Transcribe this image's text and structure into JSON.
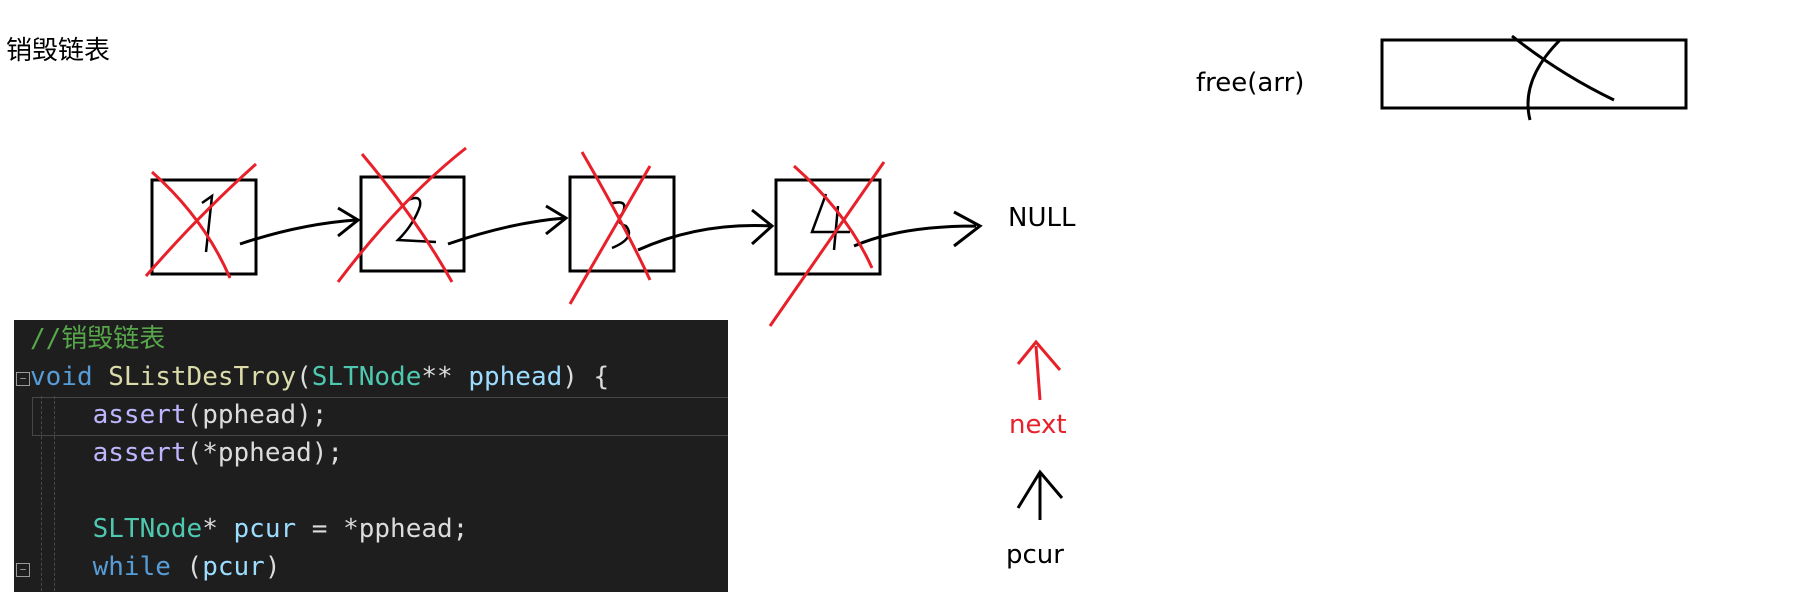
{
  "title": "销毁链表",
  "nodes": [
    "1",
    "2",
    "3",
    "4"
  ],
  "null_label": "NULL",
  "free_label": "free(arr)",
  "next_label": "next",
  "pcur_label": "pcur",
  "colors": {
    "cross": "#e8202a",
    "ink": "#000000",
    "next": "#e8202a",
    "code_bg": "#1e1e1e",
    "comment": "#57a64a",
    "keyword": "#569cd6",
    "type": "#4ec9b0",
    "function": "#dcdcaa",
    "macro": "#beb7ff",
    "param": "#9cdcfe",
    "text": "#dcdcdc"
  },
  "code": {
    "lines": [
      [
        {
          "t": "//销毁链表",
          "c": "comment"
        }
      ],
      [
        {
          "t": "void",
          "c": "keyword"
        },
        {
          "t": " ",
          "c": "text"
        },
        {
          "t": "SListDesTroy",
          "c": "function"
        },
        {
          "t": "(",
          "c": "text"
        },
        {
          "t": "SLTNode",
          "c": "type"
        },
        {
          "t": "** ",
          "c": "text"
        },
        {
          "t": "pphead",
          "c": "param"
        },
        {
          "t": ") {",
          "c": "text"
        }
      ],
      [
        {
          "t": "    ",
          "c": "text"
        },
        {
          "t": "assert",
          "c": "macro"
        },
        {
          "t": "(pphead);",
          "c": "text"
        }
      ],
      [
        {
          "t": "    ",
          "c": "text"
        },
        {
          "t": "assert",
          "c": "macro"
        },
        {
          "t": "(*pphead);",
          "c": "text"
        }
      ],
      [],
      [
        {
          "t": "    ",
          "c": "text"
        },
        {
          "t": "SLTNode",
          "c": "type"
        },
        {
          "t": "* ",
          "c": "text"
        },
        {
          "t": "pcur",
          "c": "param"
        },
        {
          "t": " = *pphead;",
          "c": "text"
        }
      ],
      [
        {
          "t": "    ",
          "c": "text"
        },
        {
          "t": "while",
          "c": "keyword"
        },
        {
          "t": " (",
          "c": "text"
        },
        {
          "t": "pcur",
          "c": "param"
        },
        {
          "t": ")",
          "c": "text"
        }
      ]
    ]
  }
}
